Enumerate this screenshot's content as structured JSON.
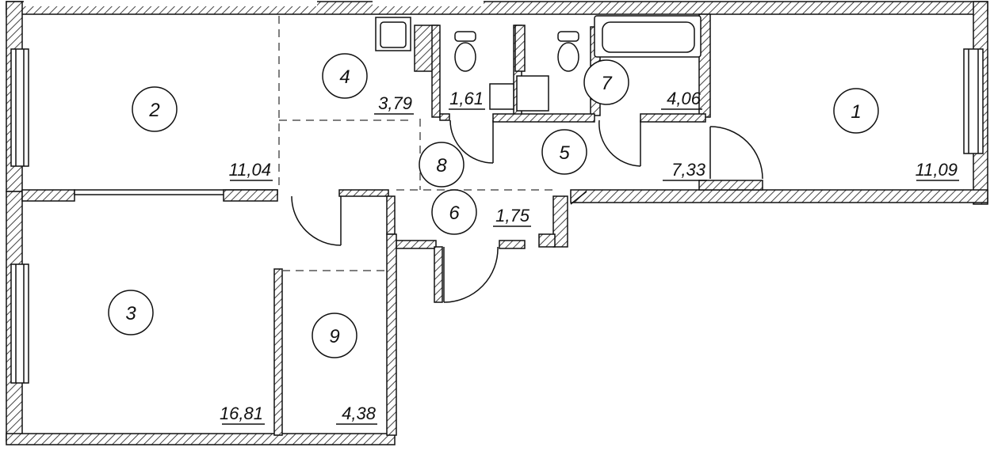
{
  "plan": {
    "rooms": [
      {
        "number": "1",
        "area": "11,09"
      },
      {
        "number": "2",
        "area": "11,04"
      },
      {
        "number": "3",
        "area": "16,81"
      },
      {
        "number": "4",
        "area": "3,79"
      },
      {
        "number": "5",
        "area": "7,33"
      },
      {
        "number": "6",
        "area": "1,75"
      },
      {
        "number": "7",
        "area": "4,06"
      },
      {
        "number": "8",
        "area": "1,61"
      },
      {
        "number": "9",
        "area": "4,38"
      }
    ]
  },
  "colors": {
    "wall": "#111111",
    "hatch": "#555555",
    "background": "#ffffff"
  }
}
